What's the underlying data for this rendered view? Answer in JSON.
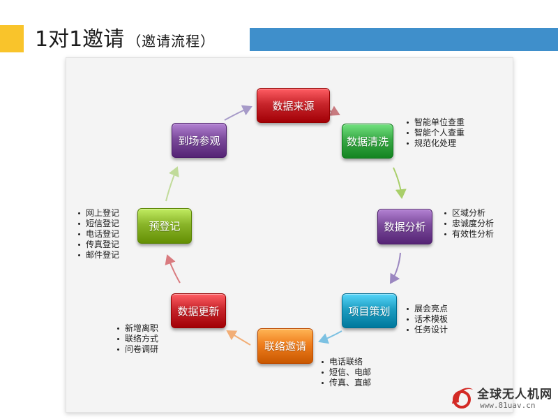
{
  "slide": {
    "title": "1对1邀请",
    "subtitle": "（邀请流程）",
    "accent_left_color": "#f9c42b",
    "accent_right_color": "#3f8fcb"
  },
  "nodes": [
    {
      "id": "data_source",
      "label": "数据来源",
      "color": "#c8262c",
      "bullets": []
    },
    {
      "id": "data_cleaning",
      "label": "数据清洗",
      "color": "#3aaa47",
      "bullets": [
        "智能单位查重",
        "智能个人查重",
        "规范化处理"
      ]
    },
    {
      "id": "data_analysis",
      "label": "数据分析",
      "color": "#7b4a9b",
      "bullets": [
        "区域分析",
        "忠诚度分析",
        "有效性分析"
      ]
    },
    {
      "id": "project_plan",
      "label": "项目策划",
      "color": "#1e9ec2",
      "bullets": [
        "展会亮点",
        "话术模板",
        "任务设计"
      ]
    },
    {
      "id": "invitation",
      "label": "联络邀请",
      "color": "#ef7e1e",
      "bullets": [
        "电话联络",
        "短信、电邮",
        "传真、直邮"
      ]
    },
    {
      "id": "data_update",
      "label": "数据更新",
      "color": "#c8262c",
      "bullets": [
        "新增离职",
        "联络方式",
        "问卷调研"
      ]
    },
    {
      "id": "pre_register",
      "label": "预登记",
      "color": "#8ab52a",
      "bullets": [
        "网上登记",
        "短信登记",
        "电话登记",
        "传真登记",
        "邮件登记"
      ]
    },
    {
      "id": "onsite_visit",
      "label": "到场参观",
      "color": "#7b4a9b",
      "bullets": []
    }
  ],
  "edges": [
    {
      "from": "data_source",
      "to": "data_cleaning",
      "color": "#c87b80"
    },
    {
      "from": "data_cleaning",
      "to": "data_analysis",
      "color": "#a9cf6a"
    },
    {
      "from": "data_analysis",
      "to": "project_plan",
      "color": "#9b87c0"
    },
    {
      "from": "project_plan",
      "to": "invitation",
      "color": "#7cc1e2"
    },
    {
      "from": "invitation",
      "to": "data_update",
      "color": "#f2ae76"
    },
    {
      "from": "data_update",
      "to": "pre_register",
      "color": "#d97b7f"
    },
    {
      "from": "pre_register",
      "to": "onsite_visit",
      "color": "#c1db9a"
    },
    {
      "from": "onsite_visit",
      "to": "data_source",
      "color": "#a69ac8"
    }
  ],
  "watermark": {
    "name": "全球无人机网",
    "url": "www.81uav.cn",
    "logo_color": "#d32a25"
  }
}
